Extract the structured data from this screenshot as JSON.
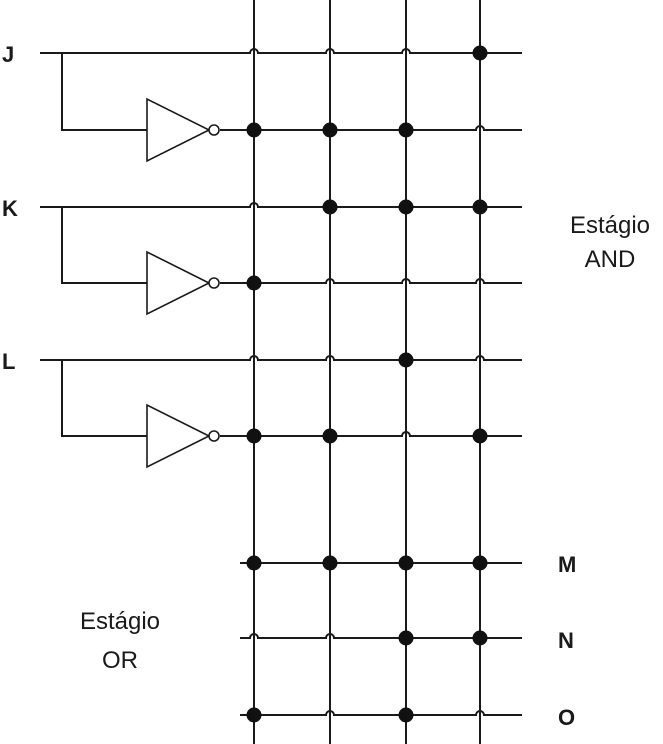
{
  "inputs": [
    "J",
    "K",
    "L"
  ],
  "outputs": [
    "M",
    "N",
    "O"
  ],
  "stages": {
    "and_label": [
      "Estágio",
      "AND"
    ],
    "or_label": [
      "Estágio",
      "OR"
    ]
  },
  "columns": 4,
  "and_rows": [
    {
      "signal": "J",
      "inverted": false,
      "connections": [
        4
      ]
    },
    {
      "signal": "J",
      "inverted": true,
      "connections": [
        1,
        2,
        3
      ]
    },
    {
      "signal": "K",
      "inverted": false,
      "connections": [
        2,
        3,
        4
      ]
    },
    {
      "signal": "K",
      "inverted": true,
      "connections": [
        1
      ]
    },
    {
      "signal": "L",
      "inverted": false,
      "connections": [
        3
      ]
    },
    {
      "signal": "L",
      "inverted": true,
      "connections": [
        1,
        2,
        4
      ]
    }
  ],
  "or_rows": [
    {
      "output": "M",
      "connections": [
        1,
        2,
        3,
        4
      ]
    },
    {
      "output": "N",
      "connections": [
        3,
        4
      ]
    },
    {
      "output": "O",
      "connections": [
        1,
        3
      ]
    }
  ]
}
